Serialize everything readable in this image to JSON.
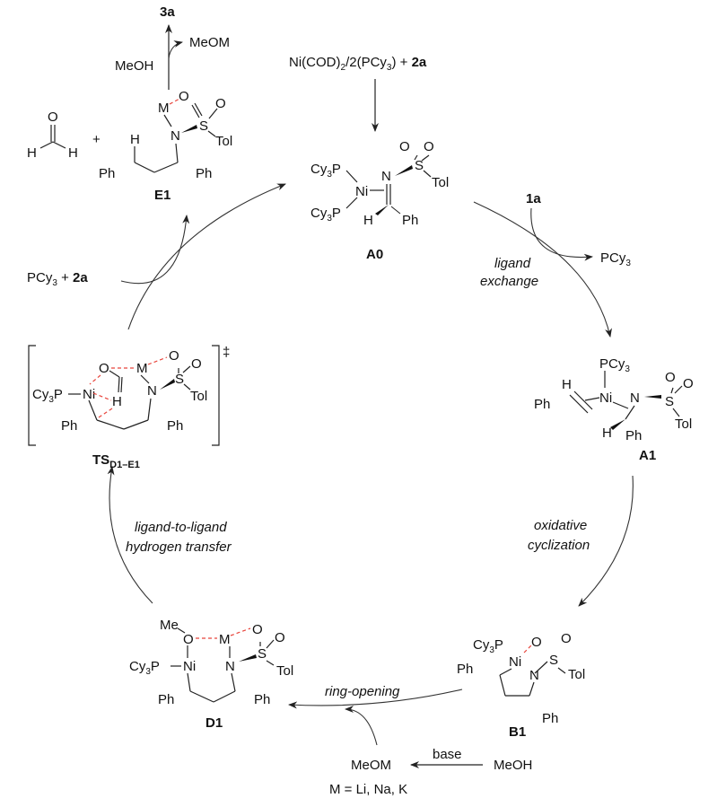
{
  "diagram": {
    "type": "catalytic-cycle",
    "accent_dash_color": "#e8453c",
    "precatalyst": {
      "label_main": "Ni(COD)",
      "sub1": "2",
      "label_mid": "/2(PCy",
      "sub2": "3",
      "label_end": ") + ",
      "bold_part": "2a"
    },
    "species": {
      "A0": {
        "name": "A0",
        "atoms": {
          "cy3p_top": "Cy3P",
          "cy3p_bottom": "Cy3P",
          "ni": "Ni",
          "n": "N",
          "s": "S",
          "o1": "O",
          "o2": "O",
          "tol": "Tol",
          "h": "H",
          "ph": "Ph"
        }
      },
      "A1": {
        "name": "A1",
        "atoms": {
          "pcy3": "PCy3",
          "ni": "Ni",
          "n": "N",
          "s": "S",
          "o1": "O",
          "o2": "O",
          "tol": "Tol",
          "h1": "H",
          "ph1": "Ph",
          "h2": "H",
          "ph2": "Ph"
        }
      },
      "B1": {
        "name": "B1",
        "atoms": {
          "cy3p": "Cy3P",
          "ni": "Ni",
          "n": "N",
          "s": "S",
          "o1": "O",
          "o2": "O",
          "tol": "Tol",
          "ph1": "Ph",
          "ph2": "Ph"
        }
      },
      "D1": {
        "name": "D1",
        "atoms": {
          "me": "Me",
          "o": "O",
          "m": "M",
          "cy3p": "Cy3P",
          "ni": "Ni",
          "n": "N",
          "s": "S",
          "o1": "O",
          "o2": "O",
          "tol": "Tol",
          "ph1": "Ph",
          "ph2": "Ph"
        }
      },
      "TS": {
        "name_main": "TS",
        "name_sub": "D1–E1",
        "dagger": "‡",
        "atoms": {
          "o": "O",
          "m": "M",
          "cy3p": "Cy3P",
          "ni": "Ni",
          "h": "H",
          "n": "N",
          "s": "S",
          "o1": "O",
          "o2": "O",
          "tol": "Tol",
          "ph1": "Ph",
          "ph2": "Ph"
        }
      },
      "E1": {
        "name": "E1",
        "atoms": {
          "m": "M",
          "o": "O",
          "o2": "O",
          "s": "S",
          "n": "N",
          "tol": "Tol",
          "h": "H",
          "ph1": "Ph",
          "ph2": "Ph"
        }
      },
      "formaldehyde": {
        "o": "O",
        "h1": "H",
        "h2": "H"
      }
    },
    "steps": {
      "ligand_exchange": {
        "line1": "ligand",
        "line2": "exchange",
        "reagent_in": "1a",
        "reagent_out_main": "PCy",
        "reagent_out_sub": "3"
      },
      "oxidative_cyclization": {
        "line1": "oxidative",
        "line2": "cyclization"
      },
      "ring_opening": {
        "label": "ring-opening"
      },
      "hydrogen_transfer": {
        "line1": "ligand-to-ligand",
        "line2": "hydrogen transfer"
      },
      "regeneration": {
        "reagent_main": "PCy",
        "reagent_sub": "3",
        "reagent_plus": " + ",
        "reagent_bold": "2a"
      },
      "product_release": {
        "product": "3a",
        "reagent_in": "MeOH",
        "reagent_out": "MeOM",
        "plus": "+"
      }
    },
    "base_step": {
      "from": "MeOH",
      "to": "MeOM",
      "arrow_label": "base",
      "note": "M = Li, Na, K"
    }
  }
}
